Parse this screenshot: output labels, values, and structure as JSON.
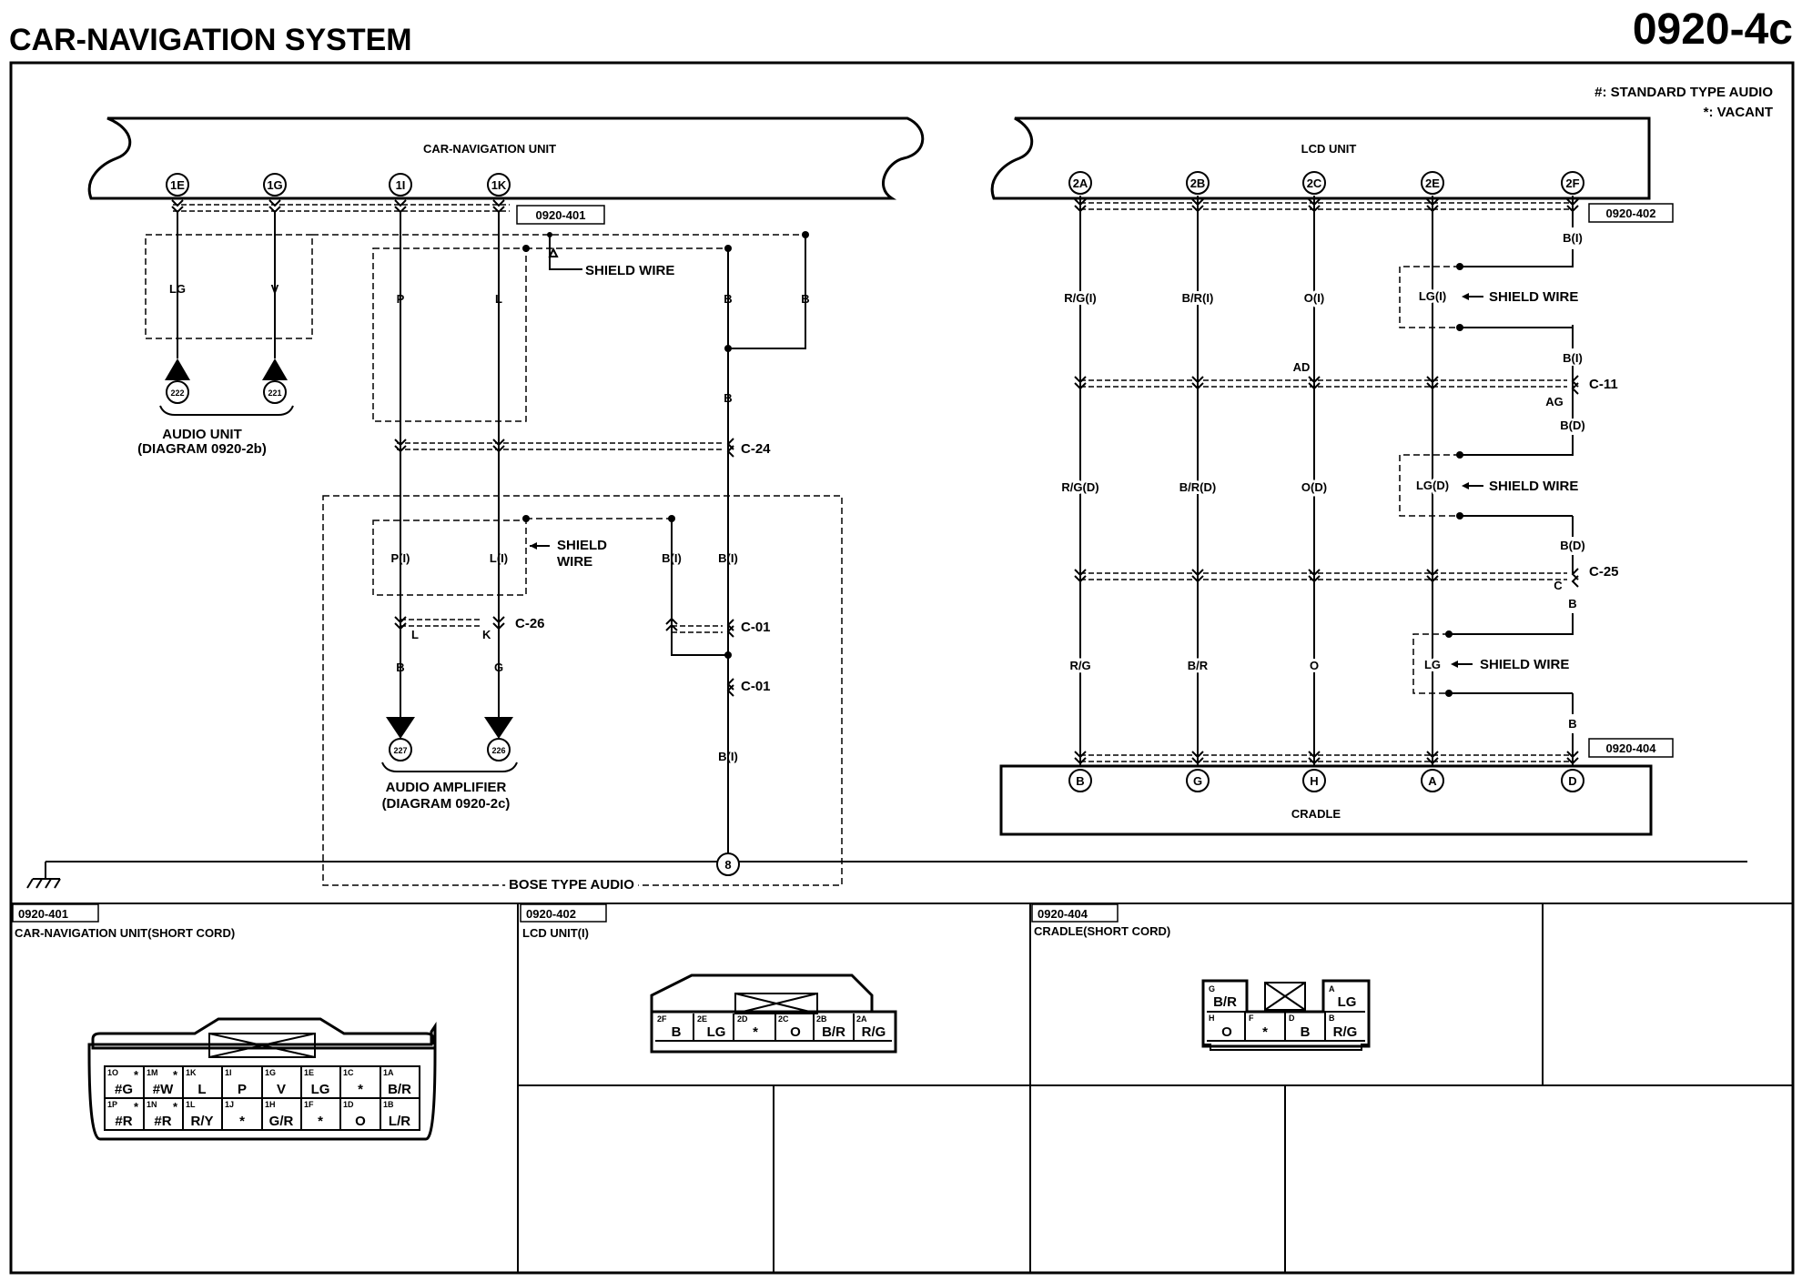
{
  "header": {
    "title": "CAR-NAVIGATION SYSTEM",
    "diagram_number": "0920-4c"
  },
  "legend": {
    "standard": "#: STANDARD TYPE AUDIO",
    "vacant": "*: VACANT"
  },
  "nav_unit": {
    "title": "CAR-NAVIGATION UNIT",
    "pins": [
      "1E",
      "1G",
      "1I",
      "1K"
    ],
    "connector_ref": "0920-401"
  },
  "lcd_unit": {
    "title": "LCD UNIT",
    "pins": [
      "2A",
      "2B",
      "2C",
      "2E",
      "2F"
    ],
    "connector_ref": "0920-402"
  },
  "cradle": {
    "title": "CRADLE",
    "pins": [
      "B",
      "G",
      "H",
      "A",
      "D"
    ],
    "connector_ref": "0920-404"
  },
  "audio_unit": {
    "title": "AUDIO UNIT",
    "diagram": "(DIAGRAM 0920-2b)",
    "terminals": [
      "222",
      "221"
    ]
  },
  "audio_amp": {
    "title": "AUDIO AMPLIFIER",
    "diagram": "(DIAGRAM 0920-2c)",
    "terminals": [
      "227",
      "226"
    ]
  },
  "wires": {
    "lg": "LG",
    "v": "V",
    "p": "P",
    "l": "L",
    "b": "B",
    "pi": "P(I)",
    "li": "L(I)",
    "bi": "B(I)",
    "amp_b": "B",
    "amp_g": "G",
    "pin_l": "L",
    "pin_k": "K",
    "rg_i": "R/G(I)",
    "br_i": "B/R(I)",
    "o_i": "O(I)",
    "lg_i": "LG(I)",
    "rg_d": "R/G(D)",
    "br_d": "B/R(D)",
    "o_d": "O(D)",
    "lg_d": "LG(D)",
    "b_d": "B(D)",
    "rg": "R/G",
    "br": "B/R",
    "o": "O",
    "lg2": "LG",
    "ad": "AD",
    "ag": "AG",
    "c": "C"
  },
  "connectors": {
    "c24": "C-24",
    "c26": "C-26",
    "c01": "C-01",
    "c11": "C-11",
    "c25": "C-25"
  },
  "shield_wire": "SHIELD WIRE",
  "shield": "SHIELD",
  "wire_word": "WIRE",
  "ground": {
    "point": "8",
    "label": "BOSE TYPE AUDIO"
  },
  "connector_views": [
    {
      "ref": "0920-401",
      "title": "CAR-NAVIGATION UNIT(SHORT CORD)",
      "row1": [
        {
          "pin": "1O",
          "star": "*",
          "wire": "#G"
        },
        {
          "pin": "1M",
          "star": "*",
          "wire": "#W"
        },
        {
          "pin": "1K",
          "star": "",
          "wire": "L"
        },
        {
          "pin": "1I",
          "star": "",
          "wire": "P"
        },
        {
          "pin": "1G",
          "star": "",
          "wire": "V"
        },
        {
          "pin": "1E",
          "star": "",
          "wire": "LG"
        },
        {
          "pin": "1C",
          "star": "",
          "wire": "*"
        },
        {
          "pin": "1A",
          "star": "",
          "wire": "B/R"
        }
      ],
      "row2": [
        {
          "pin": "1P",
          "star": "*",
          "wire": "#R"
        },
        {
          "pin": "1N",
          "star": "*",
          "wire": "#R"
        },
        {
          "pin": "1L",
          "star": "",
          "wire": "R/Y"
        },
        {
          "pin": "1J",
          "star": "",
          "wire": "*"
        },
        {
          "pin": "1H",
          "star": "",
          "wire": "G/R"
        },
        {
          "pin": "1F",
          "star": "",
          "wire": "*"
        },
        {
          "pin": "1D",
          "star": "",
          "wire": "O"
        },
        {
          "pin": "1B",
          "star": "",
          "wire": "L/R"
        }
      ]
    },
    {
      "ref": "0920-402",
      "title": "LCD UNIT(I)",
      "row": [
        {
          "pin": "2F",
          "wire": "B"
        },
        {
          "pin": "2E",
          "wire": "LG"
        },
        {
          "pin": "2D",
          "wire": "*"
        },
        {
          "pin": "2C",
          "wire": "O"
        },
        {
          "pin": "2B",
          "wire": "B/R"
        },
        {
          "pin": "2A",
          "wire": "R/G"
        }
      ]
    },
    {
      "ref": "0920-404",
      "title": "CRADLE(SHORT CORD)",
      "row1": [
        {
          "pin": "G",
          "wire": "B/R"
        },
        {
          "pin": "A",
          "wire": "LG"
        }
      ],
      "row2": [
        {
          "pin": "H",
          "wire": "O"
        },
        {
          "pin": "F",
          "wire": "*"
        },
        {
          "pin": "D",
          "wire": "B"
        },
        {
          "pin": "B",
          "wire": "R/G"
        }
      ]
    }
  ]
}
